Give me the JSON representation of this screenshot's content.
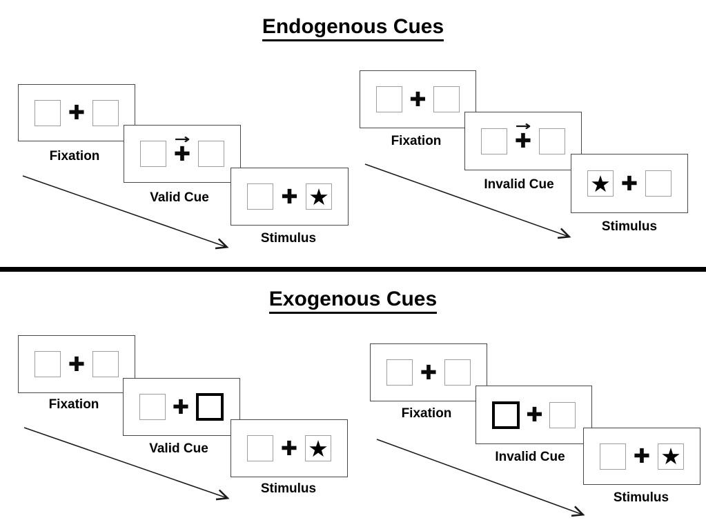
{
  "colors": {
    "background": "#ffffff",
    "ink": "#000000",
    "placeholder_box_border": "#9d9d9d",
    "panel_border": "#454545"
  },
  "sections": [
    {
      "id": "endogenous",
      "title": "Endogenous Cues",
      "groups": [
        {
          "name": "valid-trial",
          "cue_style": "central-arrow",
          "panels": [
            {
              "type": "fixation",
              "label": "Fixation",
              "left_box": "",
              "right_box": "",
              "cross": "✚",
              "cue_arrow": ""
            },
            {
              "type": "cue",
              "label": "Valid Cue",
              "left_box": "",
              "right_box": "",
              "cross": "✚",
              "cue_arrow": "→",
              "cued_side": "right"
            },
            {
              "type": "stimulus",
              "label": "Stimulus",
              "left_box": "",
              "right_box": "★",
              "cross": "✚",
              "cue_arrow": "",
              "target_side": "right"
            }
          ]
        },
        {
          "name": "invalid-trial",
          "cue_style": "central-arrow",
          "panels": [
            {
              "type": "fixation",
              "label": "Fixation",
              "left_box": "",
              "right_box": "",
              "cross": "✚",
              "cue_arrow": ""
            },
            {
              "type": "cue",
              "label": "Invalid Cue",
              "left_box": "",
              "right_box": "",
              "cross": "✚",
              "cue_arrow": "→",
              "cued_side": "right"
            },
            {
              "type": "stimulus",
              "label": "Stimulus",
              "left_box": "★",
              "right_box": "",
              "cross": "✚",
              "cue_arrow": "",
              "target_side": "left"
            }
          ]
        }
      ]
    },
    {
      "id": "exogenous",
      "title": "Exogenous Cues",
      "groups": [
        {
          "name": "valid-trial",
          "cue_style": "peripheral-box-highlight",
          "panels": [
            {
              "type": "fixation",
              "label": "Fixation",
              "left_box": "",
              "right_box": "",
              "cross": "✚",
              "cue_arrow": ""
            },
            {
              "type": "cue",
              "label": "Valid Cue",
              "left_box": "",
              "right_box": "",
              "cross": "✚",
              "cue_arrow": "",
              "highlighted_box": "right"
            },
            {
              "type": "stimulus",
              "label": "Stimulus",
              "left_box": "",
              "right_box": "★",
              "cross": "✚",
              "cue_arrow": "",
              "target_side": "right"
            }
          ]
        },
        {
          "name": "invalid-trial",
          "cue_style": "peripheral-box-highlight",
          "panels": [
            {
              "type": "fixation",
              "label": "Fixation",
              "left_box": "",
              "right_box": "",
              "cross": "✚",
              "cue_arrow": ""
            },
            {
              "type": "cue",
              "label": "Invalid Cue",
              "left_box": "",
              "right_box": "",
              "cross": "✚",
              "cue_arrow": "",
              "highlighted_box": "left"
            },
            {
              "type": "stimulus",
              "label": "Stimulus",
              "left_box": "",
              "right_box": "★",
              "cross": "✚",
              "cue_arrow": "",
              "target_side": "right"
            }
          ]
        }
      ]
    }
  ]
}
